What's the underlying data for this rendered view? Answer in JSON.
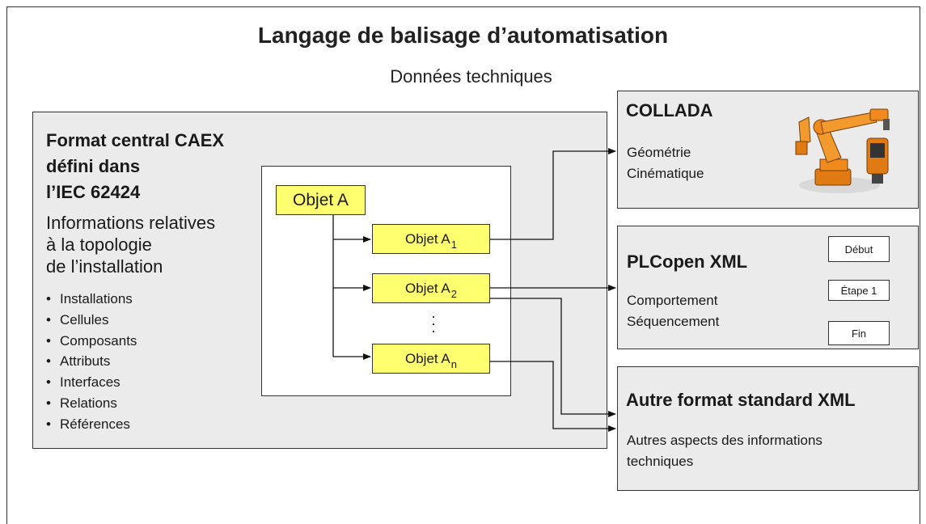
{
  "title": "Langage de balisage d’automatisation",
  "subtitle": "Données techniques",
  "caex": {
    "heading": "Format central CAEX\ndéfini dans\nl’IEC 62424",
    "info": "Informations relatives\nà la topologie\nde l’installation",
    "items": [
      "Installations",
      "Cellules",
      "Composants",
      "Attributs",
      "Interfaces",
      "Relations",
      "Références"
    ]
  },
  "objects": {
    "main": "Objet A",
    "sub_label": "Objet A",
    "subs": [
      {
        "sub": "1"
      },
      {
        "sub": "2"
      },
      {
        "sub": "n"
      }
    ],
    "ellipsis": "·\n·\n·"
  },
  "collada": {
    "title": "COLLADA",
    "text": "Géométrie\nCinématique",
    "image_icon": "industrial-robot-arm"
  },
  "plcopen": {
    "title": "PLCopen XML",
    "text": "Comportement\nSéquencement",
    "steps": [
      "Début",
      "Étape 1",
      "Fin"
    ]
  },
  "other": {
    "title": "Autre format standard XML",
    "text": "Autres aspects des informations\ntechniques"
  },
  "colors": {
    "object_fill": "#ffff70",
    "panel_fill": "#ebebeb",
    "robot": "#f08a1c"
  }
}
